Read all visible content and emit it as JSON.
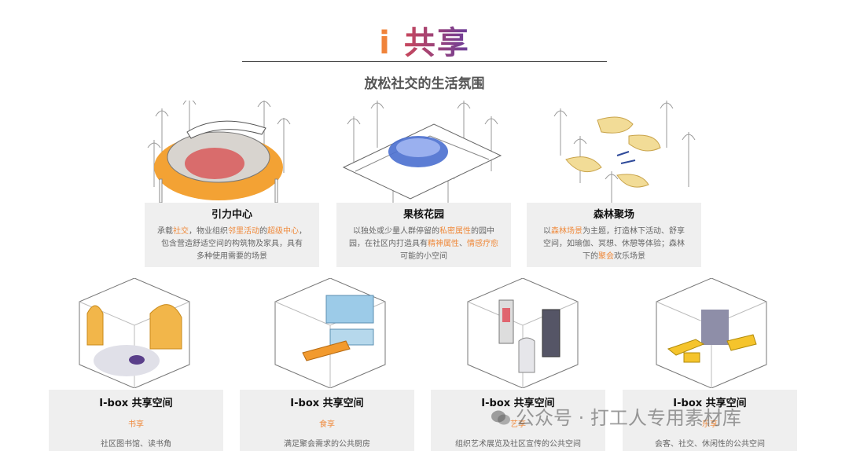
{
  "header": {
    "title_i": "i",
    "title_main": "共享",
    "subtitle": "放松社交的生活氛围"
  },
  "top_cards": [
    {
      "title": "引力中心",
      "desc": [
        [
          {
            "t": "承载"
          },
          {
            "t": "社交",
            "hl": true
          },
          {
            "t": "，物业组织"
          },
          {
            "t": "邻里活动",
            "hl": true
          },
          {
            "t": "的"
          },
          {
            "t": "超级中心",
            "hl": true
          },
          {
            "t": "，"
          }
        ],
        [
          {
            "t": "包含营造舒适空间的构筑物及家具，具有"
          }
        ],
        [
          {
            "t": "多种使用需要的场景"
          }
        ]
      ]
    },
    {
      "title": "果核花园",
      "desc": [
        [
          {
            "t": "以独处或少量人群停留的"
          },
          {
            "t": "私密属性",
            "hl": true
          },
          {
            "t": "的园中"
          }
        ],
        [
          {
            "t": "园，在社区内打造具有"
          },
          {
            "t": "精神属性",
            "hl": true
          },
          {
            "t": "、"
          },
          {
            "t": "情感疗愈",
            "hl": true
          }
        ],
        [
          {
            "t": "可能的小空间"
          }
        ]
      ]
    },
    {
      "title": "森林聚场",
      "desc": [
        [
          {
            "t": "以"
          },
          {
            "t": "森林场景",
            "hl": true
          },
          {
            "t": "为主题，打造林下活动、舒享"
          }
        ],
        [
          {
            "t": "空间，如瑜伽、冥想、休憩等体验；森林"
          }
        ],
        [
          {
            "t": "下的"
          },
          {
            "t": "聚会",
            "hl": true
          },
          {
            "t": "欢乐场景"
          }
        ]
      ]
    }
  ],
  "bottom_cards": [
    {
      "title": "I-box 共享空间",
      "sub": "书享",
      "desc": "社区图书馆、读书角"
    },
    {
      "title": "I-box 共享空间",
      "sub": "食享",
      "desc": "满足聚会需求的公共厨房"
    },
    {
      "title": "I-box 共享空间",
      "sub": "艺享",
      "desc": "组织艺术展览及社区宣传的公共空间"
    },
    {
      "title": "I-box 共享空间",
      "sub": "乐享",
      "desc": "会客、社交、休闲性的公共空间"
    }
  ],
  "watermark": {
    "text": "公众号 · 打工人专用素材库"
  },
  "colors": {
    "accent": "#ef8a3c",
    "title_gradient_start": "#c8475c",
    "title_gradient_end": "#6a3d9a",
    "card_bg": "#efefef"
  }
}
